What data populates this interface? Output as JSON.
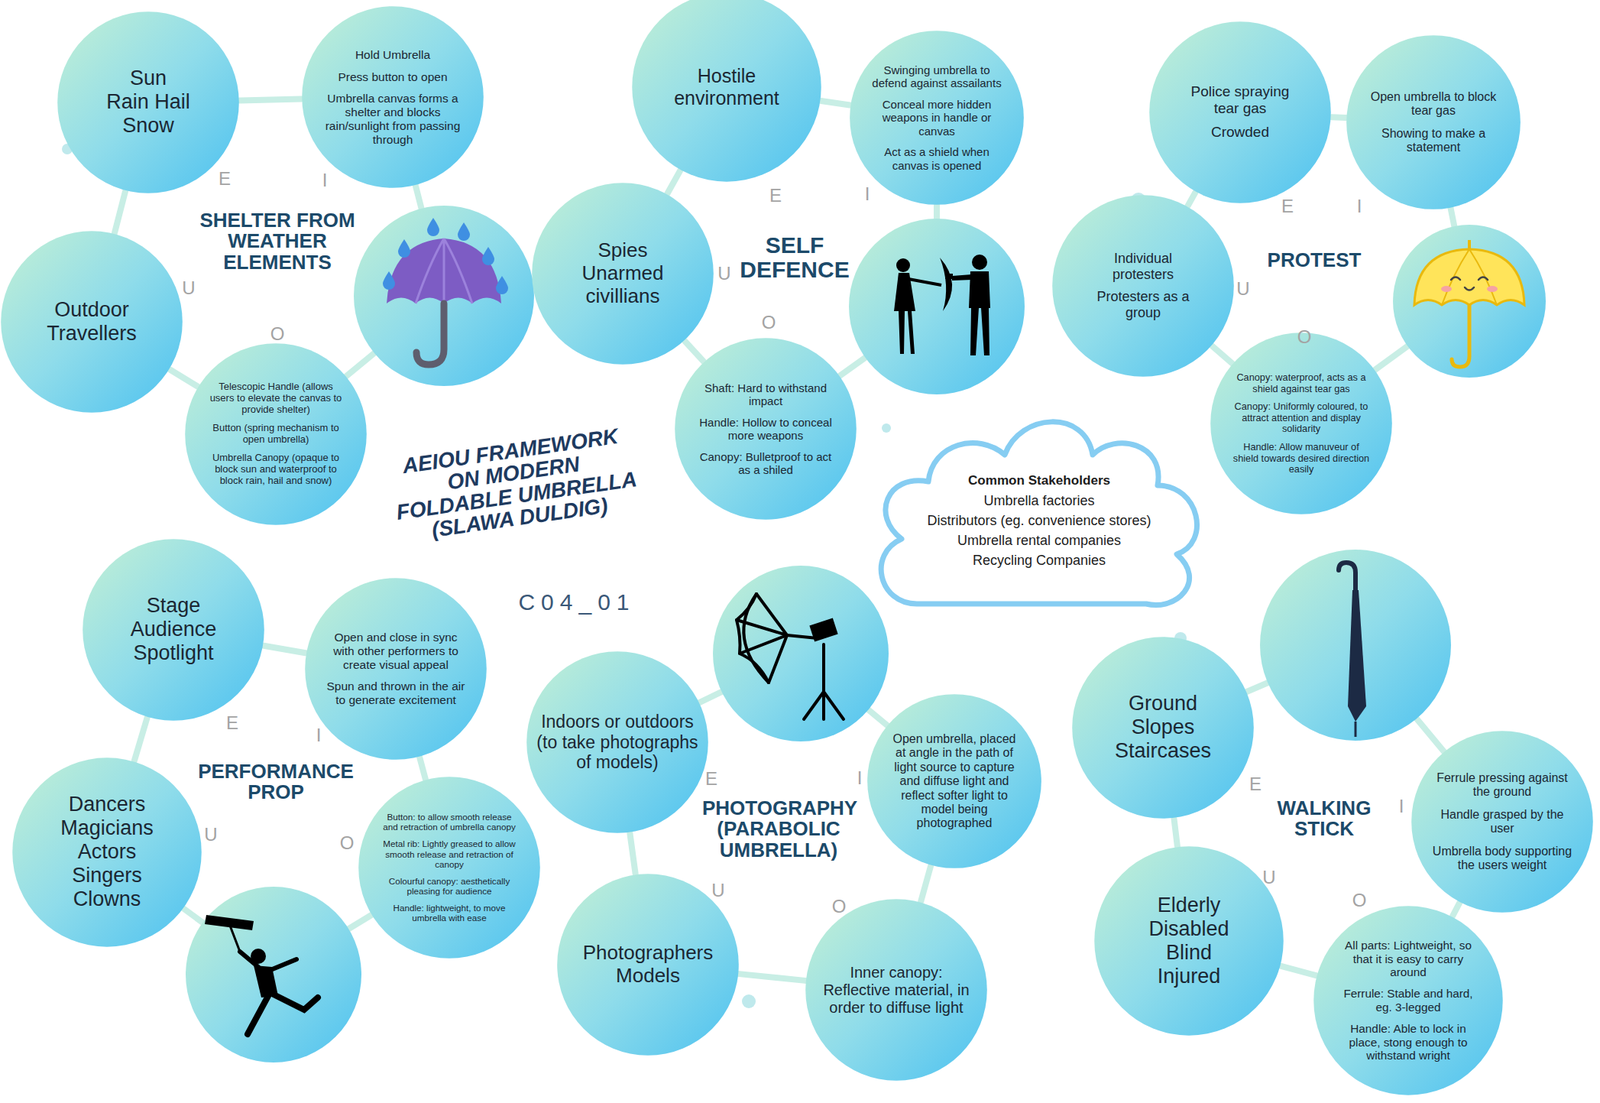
{
  "diagram": {
    "title": "AEIOU FRAMEWORK ON MODERN FOLDABLE UMBRELLA (SLAWA DULDIG)",
    "nodes": [
      {
        "text": [
          "Sun Rain Hail Snow"
        ]
      },
      {
        "text": [
          "Hold Umbrella",
          "Press button to open",
          "Umbrella canvas forms a shelter and blocks rain/sunlight from passing through"
        ]
      },
      {
        "text": [
          "Telescopic Handle (allows users to elevate the canvas to provide shelter)",
          "Button (spring mechanism to open umbrella)",
          "Umbrella Canopy (opaque to block sun and waterproof to block rain, hail and snow)"
        ]
      },
      {
        "text": [
          "Outdoor Travellers"
        ]
      },
      {
        "text": [
          "Hostile environment"
        ]
      },
      {
        "text": [
          "Swinging umbrella to defend against assailants",
          "Conceal more hidden weapons in handle or canvas",
          "Act as a shield when canvas is opened"
        ]
      },
      {
        "text": [
          "Shaft: Hard to withstand impact",
          "Handle: Hollow to conceal more weapons",
          "Canopy: Bulletproof to act as a shiled"
        ]
      },
      {
        "text": [
          "Spies Unarmed civillians"
        ]
      },
      {
        "text": [
          "Police spraying tear gas",
          "Crowded"
        ]
      },
      {
        "text": [
          "Open umbrella to block tear gas",
          "Showing to make a statement"
        ]
      },
      {
        "text": [
          "Canopy: waterproof, acts as a shield against tear gas",
          "Canopy: Uniformly coloured, to attract attention and display solidarity",
          "Handle: Allow manuveur of shield towards desired direction easily"
        ]
      },
      {
        "text": [
          "Individual protesters",
          "Protesters as a group"
        ]
      },
      {
        "text": [
          "Stage Audience Spotlight"
        ]
      },
      {
        "text": [
          "Open and close in sync with other performers to create visual appeal",
          "Spun and thrown in the air to generate excitement"
        ]
      },
      {
        "text": [
          "Button: to allow smooth release and retraction of umbrella canopy",
          "Metal rib: Lightly greased to allow smooth release and retraction of canopy",
          "Colourful canopy: aesthetically pleasing for audience",
          "Handle: lightweight, to move umbrella with ease"
        ]
      },
      {
        "text": [
          "Dancers Magicians Actors Singers Clowns"
        ]
      },
      {
        "text": [
          "Indoors or outdoors (to take photographs of models)"
        ]
      },
      {
        "text": [
          "Open umbrella, placed at angle in the path of light source to capture and diffuse light and reflect softer light to model being photographed"
        ]
      },
      {
        "text": [
          "Inner canopy: Reflective material, in order to diffuse light"
        ]
      },
      {
        "text": [
          "Photographers Models"
        ]
      },
      {
        "text": [
          "Ground Slopes Staircases"
        ]
      },
      {
        "text": [
          "Ferrule pressing against the ground",
          "Handle grasped by the user",
          "Umbrella body supporting the users weight"
        ]
      },
      {
        "text": [
          "All parts: Lightweight, so that it is easy to carry around",
          "Ferrule: Stable and hard, eg. 3-legged",
          "Handle: Able to lock in place, stong enough to withstand wright"
        ]
      },
      {
        "text": [
          "Elderly Disabled Blind Injured"
        ]
      },
      {
        "text": [
          "Common Stakeholders",
          "Umbrella factories",
          "Distributors (eg. convenience stores)",
          "Umbrella rental companies",
          "Recycling Companies"
        ]
      }
    ],
    "edges": [
      {
        "from": 0,
        "to": 1,
        "arrow": "none"
      },
      {
        "from": 2,
        "to": 3,
        "arrow": "none"
      },
      {
        "from": 3,
        "to": 0,
        "arrow": "none"
      },
      {
        "from": 4,
        "to": 5,
        "arrow": "none"
      },
      {
        "from": 6,
        "to": 7,
        "arrow": "none"
      },
      {
        "from": 7,
        "to": 4,
        "arrow": "none"
      },
      {
        "from": 8,
        "to": 9,
        "arrow": "none"
      },
      {
        "from": 10,
        "to": 11,
        "arrow": "none"
      },
      {
        "from": 11,
        "to": 8,
        "arrow": "none"
      },
      {
        "from": 12,
        "to": 13,
        "arrow": "none"
      },
      {
        "from": 13,
        "to": 14,
        "arrow": "none"
      },
      {
        "from": 15,
        "to": 12,
        "arrow": "none"
      },
      {
        "from": 17,
        "to": 18,
        "arrow": "none"
      },
      {
        "from": 18,
        "to": 19,
        "arrow": "none"
      },
      {
        "from": 19,
        "to": 16,
        "arrow": "none"
      },
      {
        "from": 21,
        "to": 22,
        "arrow": "none"
      },
      {
        "from": 22,
        "to": 23,
        "arrow": "none"
      },
      {
        "from": 23,
        "to": 20,
        "arrow": "none"
      }
    ],
    "labels": [
      "SHELTER FROM WEATHER ELEMENTS",
      "E",
      "I",
      "U",
      "O",
      "SELF DEFENCE",
      "E",
      "I",
      "U",
      "O",
      "PROTEST",
      "E",
      "I",
      "U",
      "O",
      "C04_01",
      "PERFORMANCE PROP",
      "E",
      "I",
      "U",
      "O",
      "PHOTOGRAPHY (PARABOLIC UMBRELLA)",
      "E",
      "I",
      "U",
      "O",
      "WALKING STICK",
      "E",
      "I",
      "U",
      "O"
    ]
  }
}
